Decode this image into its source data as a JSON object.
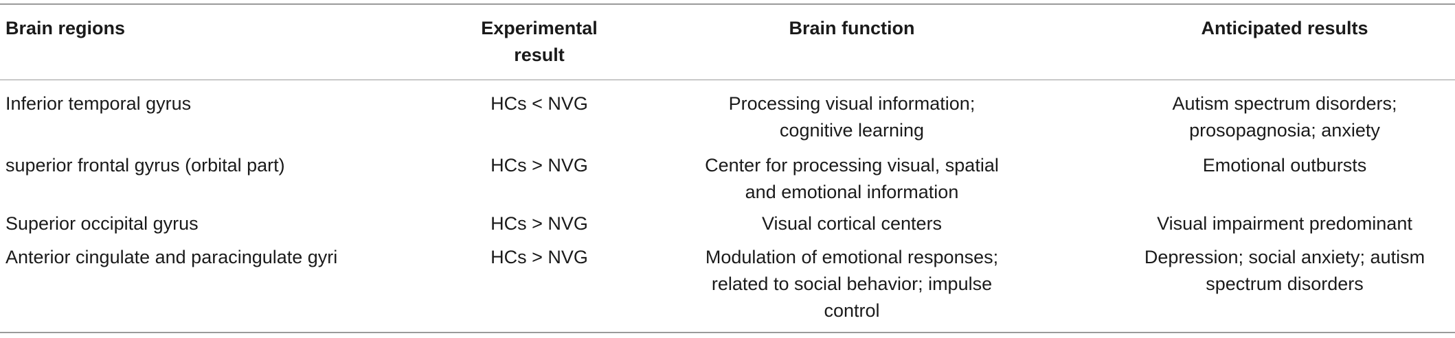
{
  "table": {
    "headers": [
      "Brain regions",
      "Experimental\nresult",
      "Brain function",
      "Anticipated results"
    ],
    "rows": [
      {
        "region": "Inferior temporal gyrus",
        "result": "HCs < NVG",
        "function": "Processing visual information;\ncognitive learning",
        "anticipated": "Autism spectrum disorders;\nprosopagnosia; anxiety"
      },
      {
        "region": "superior frontal gyrus (orbital part)",
        "result": "HCs > NVG",
        "function": "Center for processing visual, spatial\nand emotional information",
        "anticipated": "Emotional outbursts"
      },
      {
        "region": "Superior occipital gyrus",
        "result": "HCs > NVG",
        "function": "Visual cortical centers",
        "anticipated": "Visual impairment predominant"
      },
      {
        "region": "Anterior cingulate and paracingulate gyri",
        "result": "HCs > NVG",
        "function": "Modulation of emotional responses;\nrelated to social behavior; impulse\ncontrol",
        "anticipated": "Depression; social anxiety; autism\nspectrum disorders"
      }
    ]
  }
}
